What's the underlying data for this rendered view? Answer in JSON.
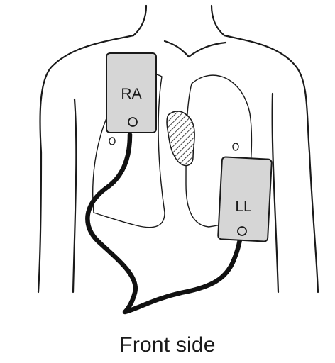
{
  "electrodes": {
    "ra": {
      "label": "RA",
      "color": "#d6d6d6"
    },
    "ll": {
      "label": "LL",
      "color": "#d6d6d6"
    }
  },
  "caption": "Front side"
}
